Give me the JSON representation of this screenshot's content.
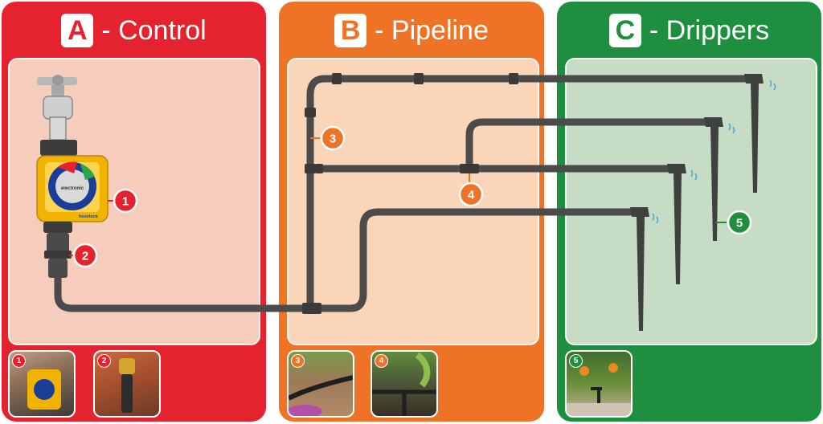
{
  "panels": {
    "control": {
      "letter": "A",
      "title": "- Control"
    },
    "pipeline": {
      "letter": "B",
      "title": "- Pipeline"
    },
    "drippers": {
      "letter": "C",
      "title": "- Drippers"
    }
  },
  "markers": [
    "1",
    "2",
    "3",
    "4",
    "5"
  ],
  "timer": {
    "brand_text": "hozelock",
    "dial_text": "electronic"
  },
  "colors": {
    "control": "#e5232e",
    "pipeline": "#ee7326",
    "drippers": "#1e8f3e",
    "pipe": "#4b4b4b",
    "timer_body": "#f2b300"
  },
  "icons": [
    "tap-icon",
    "timer-icon",
    "connector-icon",
    "pipe-icon",
    "tee-connector-icon",
    "dripper-stake-icon"
  ]
}
